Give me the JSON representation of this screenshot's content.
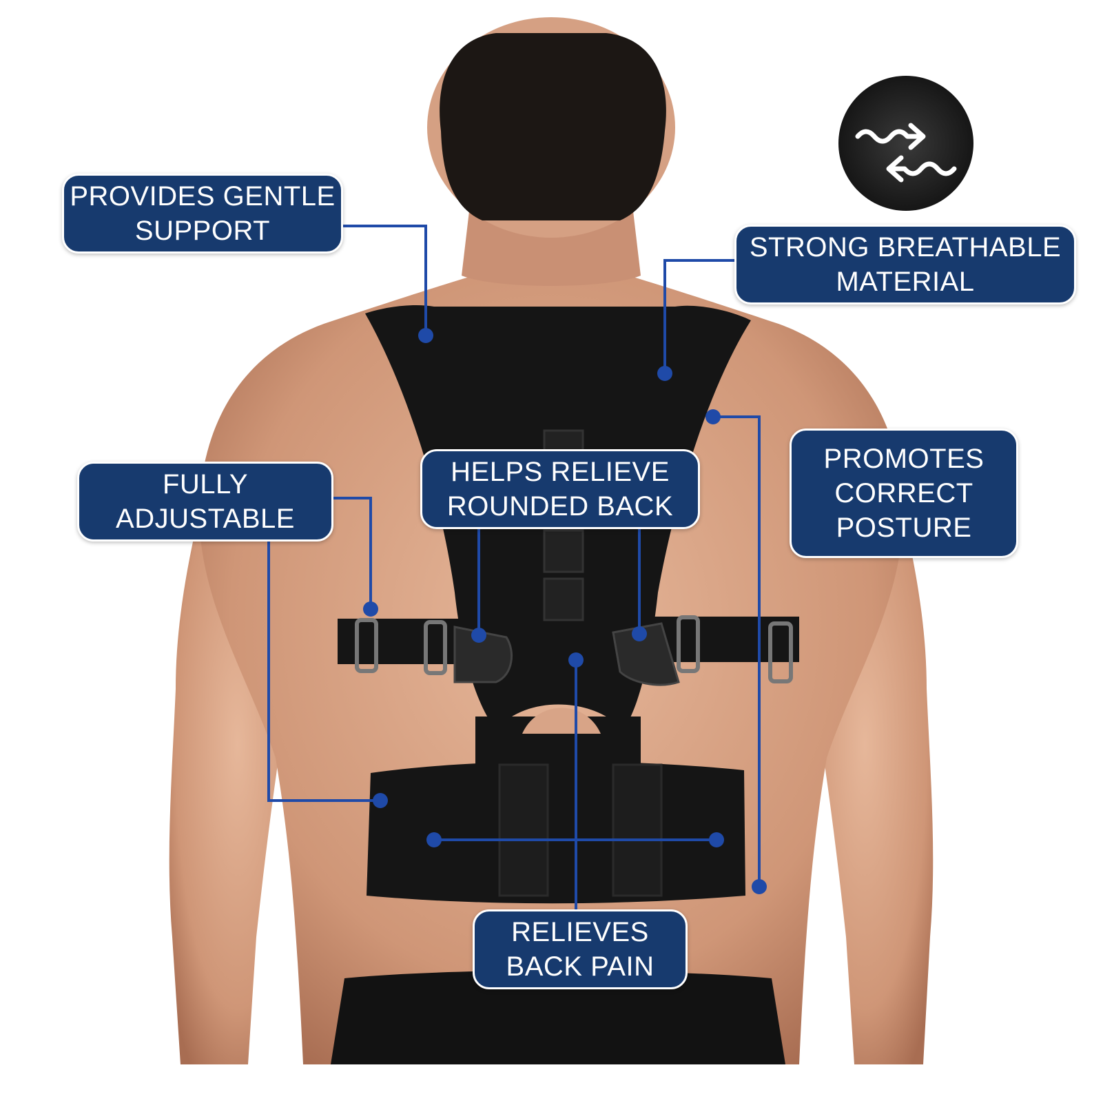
{
  "colors": {
    "label_fill": "#173a6e",
    "connector": "#1f4aa8",
    "brace": "#151515",
    "skin": "#d8a487",
    "hair": "#1c1714",
    "shorts": "#121212",
    "background": "#ffffff"
  },
  "callouts": {
    "support": {
      "lines": [
        "PROVIDES GENTLE",
        "SUPPORT"
      ]
    },
    "material": {
      "lines": [
        "STRONG BREATHABLE",
        "MATERIAL"
      ]
    },
    "adjust": {
      "lines": [
        "FULLY",
        "ADJUSTABLE"
      ]
    },
    "rounded": {
      "lines": [
        "HELPS RELIEVE",
        "ROUNDED BACK"
      ]
    },
    "posture": {
      "lines": [
        "PROMOTES",
        "CORRECT",
        "POSTURE"
      ]
    },
    "backpain": {
      "lines": [
        "RELIEVES",
        "BACK PAIN"
      ]
    }
  },
  "inset": {
    "icon": "breathable-airflow-arrows-icon"
  }
}
